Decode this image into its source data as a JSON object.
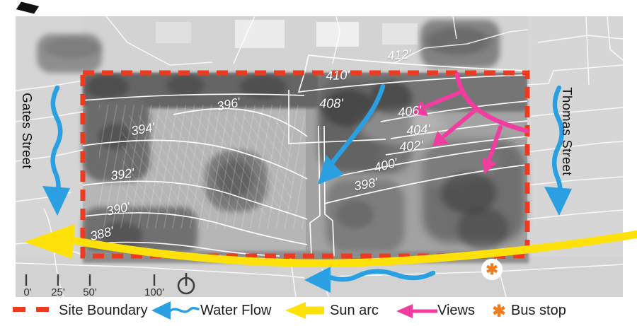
{
  "map": {
    "street_left": "Gates Street",
    "street_right": "Thomas Street",
    "contour_labels": [
      {
        "text": "412'"
      },
      {
        "text": "410'"
      },
      {
        "text": "408'"
      },
      {
        "text": "406'"
      },
      {
        "text": "404'"
      },
      {
        "text": "402'"
      },
      {
        "text": "400'"
      },
      {
        "text": "398'"
      },
      {
        "text": "396'"
      },
      {
        "text": "394'"
      },
      {
        "text": "392'"
      },
      {
        "text": "390'"
      },
      {
        "text": "388'"
      }
    ],
    "bus_stop_symbol": "✱"
  },
  "scale_bar": {
    "ticks": [
      "0'",
      "25'",
      "50'",
      "100'"
    ]
  },
  "legend": {
    "site_boundary": "Site Boundary",
    "water_flow": "Water Flow",
    "sun_arc": "Sun arc",
    "views": "Views",
    "bus_stop": "Bus stop",
    "bus_stop_symbol": "✱"
  },
  "colors": {
    "site_boundary": "#ee3a21",
    "water_flow": "#2aa0e2",
    "sun_arc": "#ffe10a",
    "views": "#f23da0",
    "bus_stop": "#f07c1e",
    "contour_lines": "#ffffff"
  }
}
